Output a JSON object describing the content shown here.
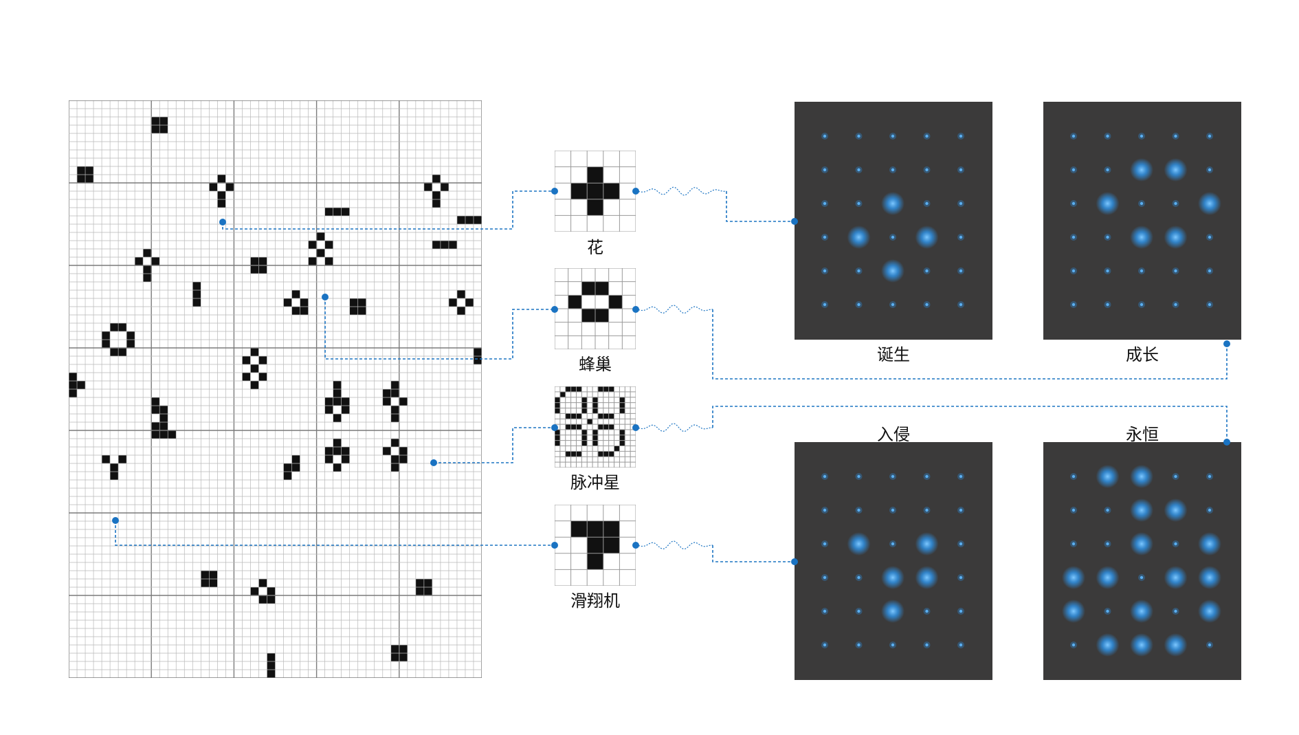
{
  "colors": {
    "cell": "#111111",
    "grid_line": "#b8b8b8",
    "grid_major": "#7a7a7a",
    "connector": "#1a73c2",
    "panel_bg": "#3b3a3a",
    "glow": "#2f8fe0"
  },
  "motifs": [
    {
      "id": "flower",
      "label": "花",
      "size": 5,
      "cells": [
        [
          1,
          2
        ],
        [
          2,
          1
        ],
        [
          2,
          3
        ],
        [
          3,
          2
        ],
        [
          2,
          2
        ]
      ]
    },
    {
      "id": "beehive",
      "label": "蜂巢",
      "size": 6,
      "cells": [
        [
          1,
          2
        ],
        [
          1,
          3
        ],
        [
          2,
          1
        ],
        [
          2,
          4
        ],
        [
          3,
          2
        ],
        [
          3,
          3
        ]
      ]
    },
    {
      "id": "pulsar",
      "label": "脉冲星",
      "size": 15,
      "cells": [
        [
          0,
          2
        ],
        [
          0,
          3
        ],
        [
          0,
          4
        ],
        [
          0,
          8
        ],
        [
          0,
          9
        ],
        [
          0,
          10
        ],
        [
          2,
          0
        ],
        [
          2,
          5
        ],
        [
          2,
          7
        ],
        [
          2,
          12
        ],
        [
          3,
          0
        ],
        [
          3,
          5
        ],
        [
          3,
          7
        ],
        [
          3,
          12
        ],
        [
          4,
          0
        ],
        [
          4,
          5
        ],
        [
          4,
          7
        ],
        [
          4,
          12
        ],
        [
          5,
          2
        ],
        [
          5,
          3
        ],
        [
          5,
          4
        ],
        [
          5,
          8
        ],
        [
          5,
          9
        ],
        [
          5,
          10
        ],
        [
          7,
          2
        ],
        [
          7,
          3
        ],
        [
          7,
          4
        ],
        [
          7,
          8
        ],
        [
          7,
          9
        ],
        [
          7,
          10
        ],
        [
          8,
          0
        ],
        [
          8,
          5
        ],
        [
          8,
          7
        ],
        [
          8,
          12
        ],
        [
          9,
          0
        ],
        [
          9,
          5
        ],
        [
          9,
          7
        ],
        [
          9,
          12
        ],
        [
          10,
          0
        ],
        [
          10,
          5
        ],
        [
          10,
          7
        ],
        [
          10,
          12
        ],
        [
          12,
          2
        ],
        [
          12,
          3
        ],
        [
          12,
          4
        ],
        [
          12,
          8
        ],
        [
          12,
          9
        ],
        [
          12,
          10
        ],
        [
          1,
          1
        ],
        [
          11,
          11
        ],
        [
          6,
          6
        ]
      ]
    },
    {
      "id": "glider",
      "label": "滑翔机",
      "size": 5,
      "cells": [
        [
          1,
          1
        ],
        [
          1,
          3
        ],
        [
          2,
          2
        ],
        [
          2,
          3
        ],
        [
          3,
          2
        ],
        [
          1,
          2
        ]
      ]
    }
  ],
  "panels": [
    {
      "id": "birth",
      "label": "诞生",
      "glows": [
        [
          2,
          2
        ],
        [
          3,
          1
        ],
        [
          3,
          3
        ],
        [
          4,
          2
        ]
      ]
    },
    {
      "id": "growth",
      "label": "成长",
      "glows": [
        [
          1,
          2
        ],
        [
          1,
          3
        ],
        [
          2,
          1
        ],
        [
          2,
          4
        ],
        [
          3,
          2
        ],
        [
          3,
          3
        ]
      ]
    },
    {
      "id": "invasion",
      "label": "入侵",
      "glows": [
        [
          2,
          1
        ],
        [
          2,
          3
        ],
        [
          3,
          2
        ],
        [
          3,
          3
        ],
        [
          4,
          2
        ]
      ]
    },
    {
      "id": "eternal",
      "label": "永恒",
      "glows": [
        [
          0,
          1
        ],
        [
          0,
          2
        ],
        [
          1,
          2
        ],
        [
          1,
          3
        ],
        [
          2,
          2
        ],
        [
          2,
          4
        ],
        [
          3,
          0
        ],
        [
          3,
          1
        ],
        [
          3,
          3
        ],
        [
          3,
          4
        ],
        [
          4,
          0
        ],
        [
          4,
          2
        ],
        [
          4,
          4
        ],
        [
          5,
          1
        ],
        [
          5,
          2
        ],
        [
          5,
          3
        ]
      ]
    }
  ]
}
